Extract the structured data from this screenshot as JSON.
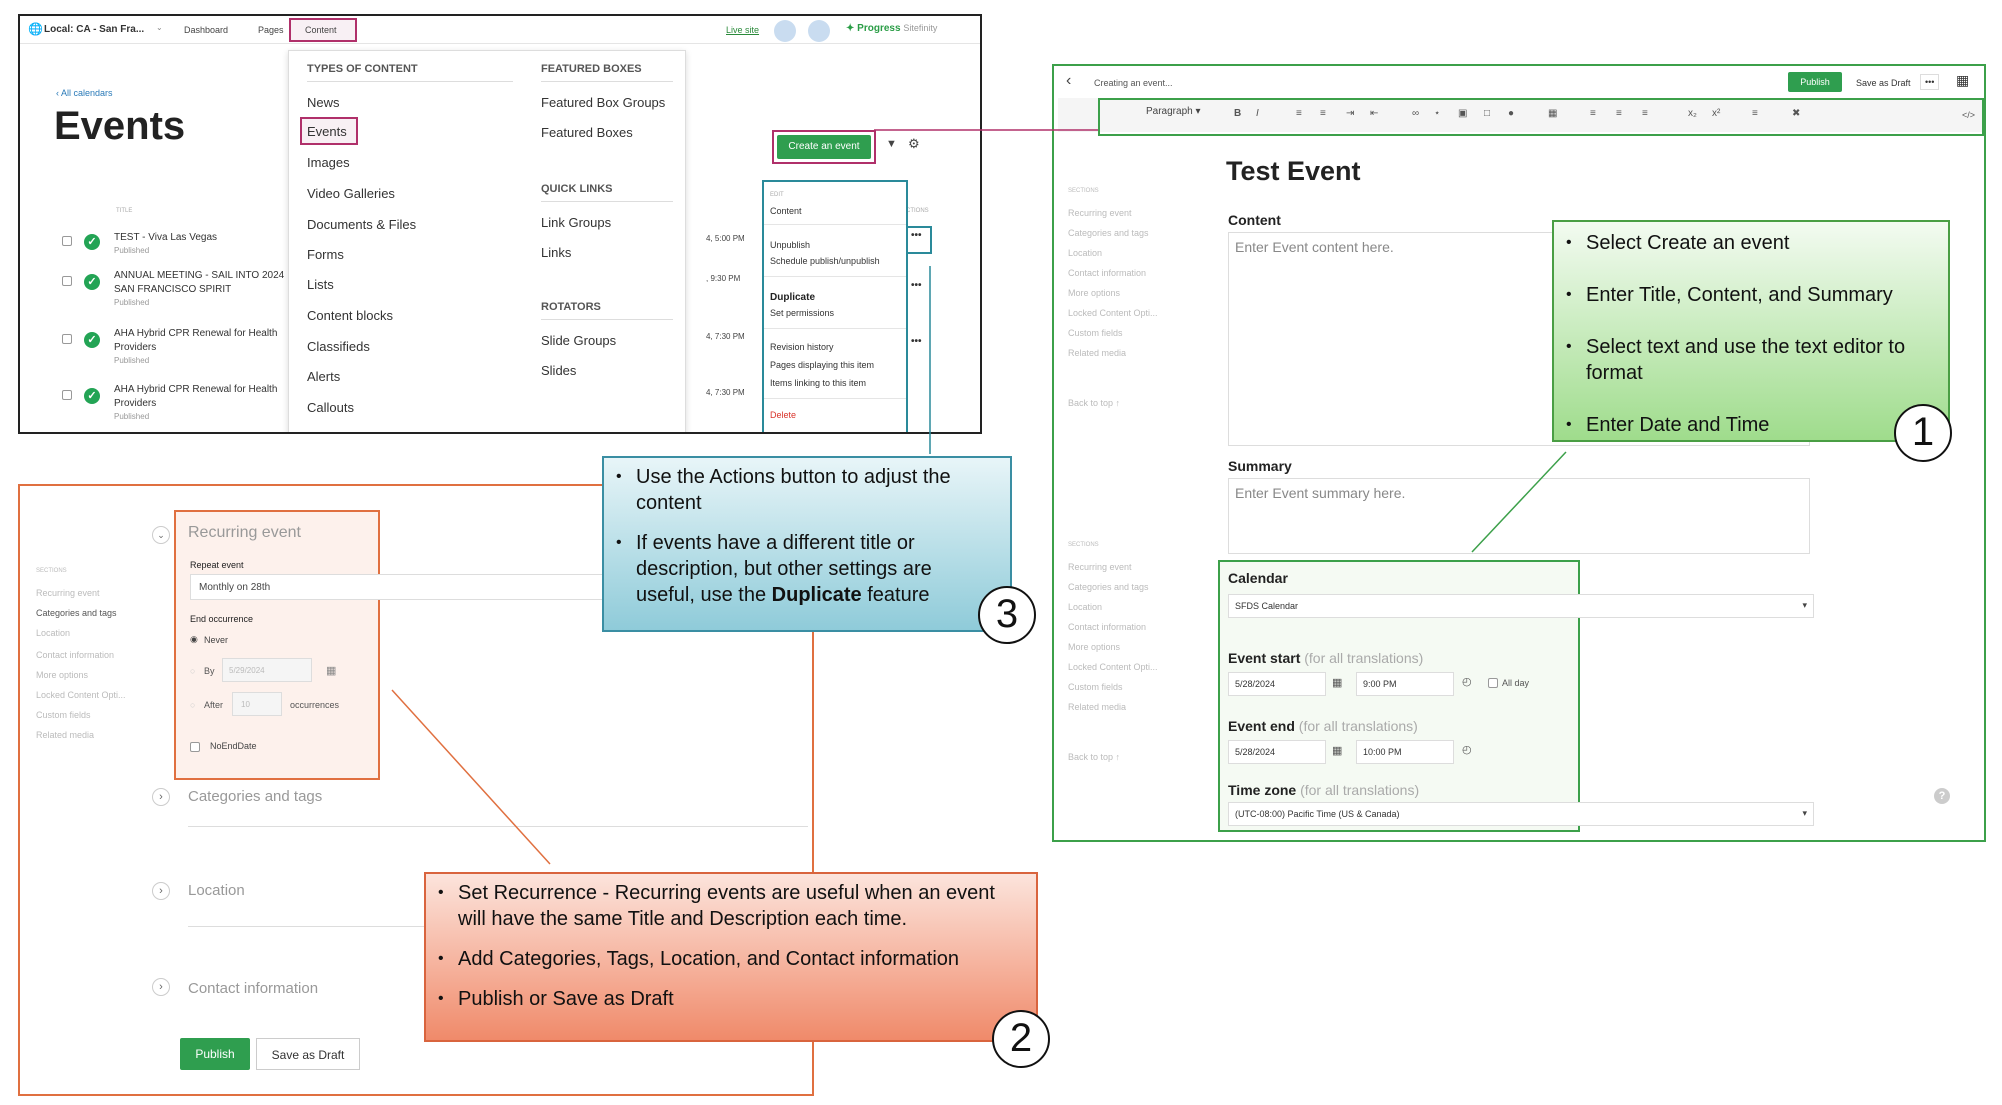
{
  "cms": {
    "site_selector": "Local: CA - San Fra...",
    "nav": {
      "dashboard": "Dashboard",
      "pages": "Pages",
      "content": "Content"
    },
    "live_site": "Live site",
    "brand": "Progress",
    "brand_suffix": "Sitefinity",
    "back_link": "All calendars",
    "title": "Events",
    "create_button": "Create an event",
    "col_title": "TITLE",
    "col_actions": "ACTIONS",
    "rows": [
      {
        "title": "TEST - Viva Las Vegas",
        "title2": "",
        "status": "Published",
        "time": "4, 5:00 PM"
      },
      {
        "title": "ANNUAL MEETING - SAIL INTO 2024",
        "title2": "SAN FRANCISCO SPIRIT",
        "status": "Published",
        "time": ", 9:30 PM"
      },
      {
        "title": "AHA Hybrid CPR Renewal for Health",
        "title2": "Providers",
        "status": "Published",
        "time": "4, 7:30 PM"
      },
      {
        "title": "AHA Hybrid CPR Renewal for Health",
        "title2": "Providers",
        "status": "Published",
        "time": "4, 7:30 PM"
      }
    ],
    "menu": {
      "types_header": "TYPES OF CONTENT",
      "types": [
        "News",
        "Events",
        "Images",
        "Video Galleries",
        "Documents & Files",
        "Forms",
        "Lists",
        "Content blocks",
        "Classifieds",
        "Alerts",
        "Callouts"
      ],
      "featured_header": "FEATURED BOXES",
      "featured": [
        "Featured Box Groups",
        "Featured Boxes"
      ],
      "quick_header": "QUICK LINKS",
      "quick": [
        "Link Groups",
        "Links"
      ],
      "rotators_header": "ROTATORS",
      "rotators": [
        "Slide Groups",
        "Slides"
      ]
    },
    "actions_menu": {
      "edit_header": "EDIT",
      "content": "Content",
      "unpublish": "Unpublish",
      "schedule": "Schedule publish/unpublish",
      "duplicate": "Duplicate",
      "set_permissions": "Set permissions",
      "revision": "Revision history",
      "pages_displaying": "Pages displaying this item",
      "items_linking": "Items linking to this item",
      "delete": "Delete"
    }
  },
  "editor": {
    "breadcrumb": "Creating an event...",
    "publish": "Publish",
    "save_draft": "Save as Draft",
    "more": "•••",
    "paragraph": "Paragraph",
    "toolbar_code": "</>",
    "title": "Test Event",
    "content_label": "Content",
    "content_placeholder": "Enter Event content here.",
    "summary_label": "Summary",
    "summary_placeholder": "Enter Event summary here.",
    "sections_header": "SECTIONS",
    "sections": [
      "Recurring event",
      "Categories and tags",
      "Location",
      "Contact information",
      "More options",
      "Locked Content Opti...",
      "Custom fields",
      "Related media"
    ],
    "back_to_top": "Back to top",
    "calendar_label": "Calendar",
    "calendar_value": "SFDS Calendar",
    "event_start_label": "Event start",
    "event_end_label": "Event end",
    "time_zone_label": "Time zone",
    "for_all": "(for all translations)",
    "start_date": "5/28/2024",
    "start_time": "9:00 PM",
    "all_day": "All day",
    "end_date": "5/28/2024",
    "end_time": "10:00 PM",
    "time_zone_value": "(UTC-08:00) Pacific Time (US & Canada)"
  },
  "recurrence": {
    "sections_header": "SECTIONS",
    "sections": [
      "Recurring event",
      "Categories and tags",
      "Location",
      "Contact information",
      "More options",
      "Locked Content Opti...",
      "Custom fields",
      "Related media"
    ],
    "recurring_title": "Recurring event",
    "repeat_label": "Repeat event",
    "repeat_value": "Monthly on 28th",
    "end_label": "End occurrence",
    "never": "Never",
    "by": "By",
    "by_date": "5/29/2024",
    "after": "After",
    "after_count": "10",
    "occurrences": "occurrences",
    "no_end": "NoEndDate",
    "categories": "Categories and tags",
    "location": "Location",
    "contact": "Contact information",
    "publish": "Publish",
    "save_draft": "Save as Draft"
  },
  "callouts": {
    "one": {
      "items": [
        "Select Create an event",
        "Enter Title, Content, and Summary",
        "Select text and use the text editor to format",
        "Enter Date and Time"
      ],
      "number": "1",
      "bg_top": "#f3fbf1",
      "bg_bottom": "#9fdc8c",
      "border": "#4a9e44"
    },
    "two": {
      "items": [
        "Set Recurrence - Recurring events are useful when an event will have the same Title and Description each time.",
        "Add Categories, Tags, Location, and Contact information",
        "Publish or Save as Draft"
      ],
      "number": "2",
      "bg_top": "#fce4dc",
      "bg_bottom": "#f08a6a",
      "border": "#d9643e"
    },
    "three": {
      "item1": "Use the Actions button to adjust the content",
      "item2_pre": "If events have a different title or description, but other settings are useful, use the ",
      "item2_bold": "Duplicate",
      "item2_post": " feature",
      "number": "3",
      "bg_top": "#e8f5f8",
      "bg_bottom": "#8fcbd9",
      "border": "#3a8ea3"
    }
  },
  "colors": {
    "highlight_pink": "#b0306a",
    "green_frame": "#2d8c3a",
    "orange_frame": "#e07040",
    "teal_frame": "#2a8a9a",
    "action_green": "#2f9e4f"
  }
}
